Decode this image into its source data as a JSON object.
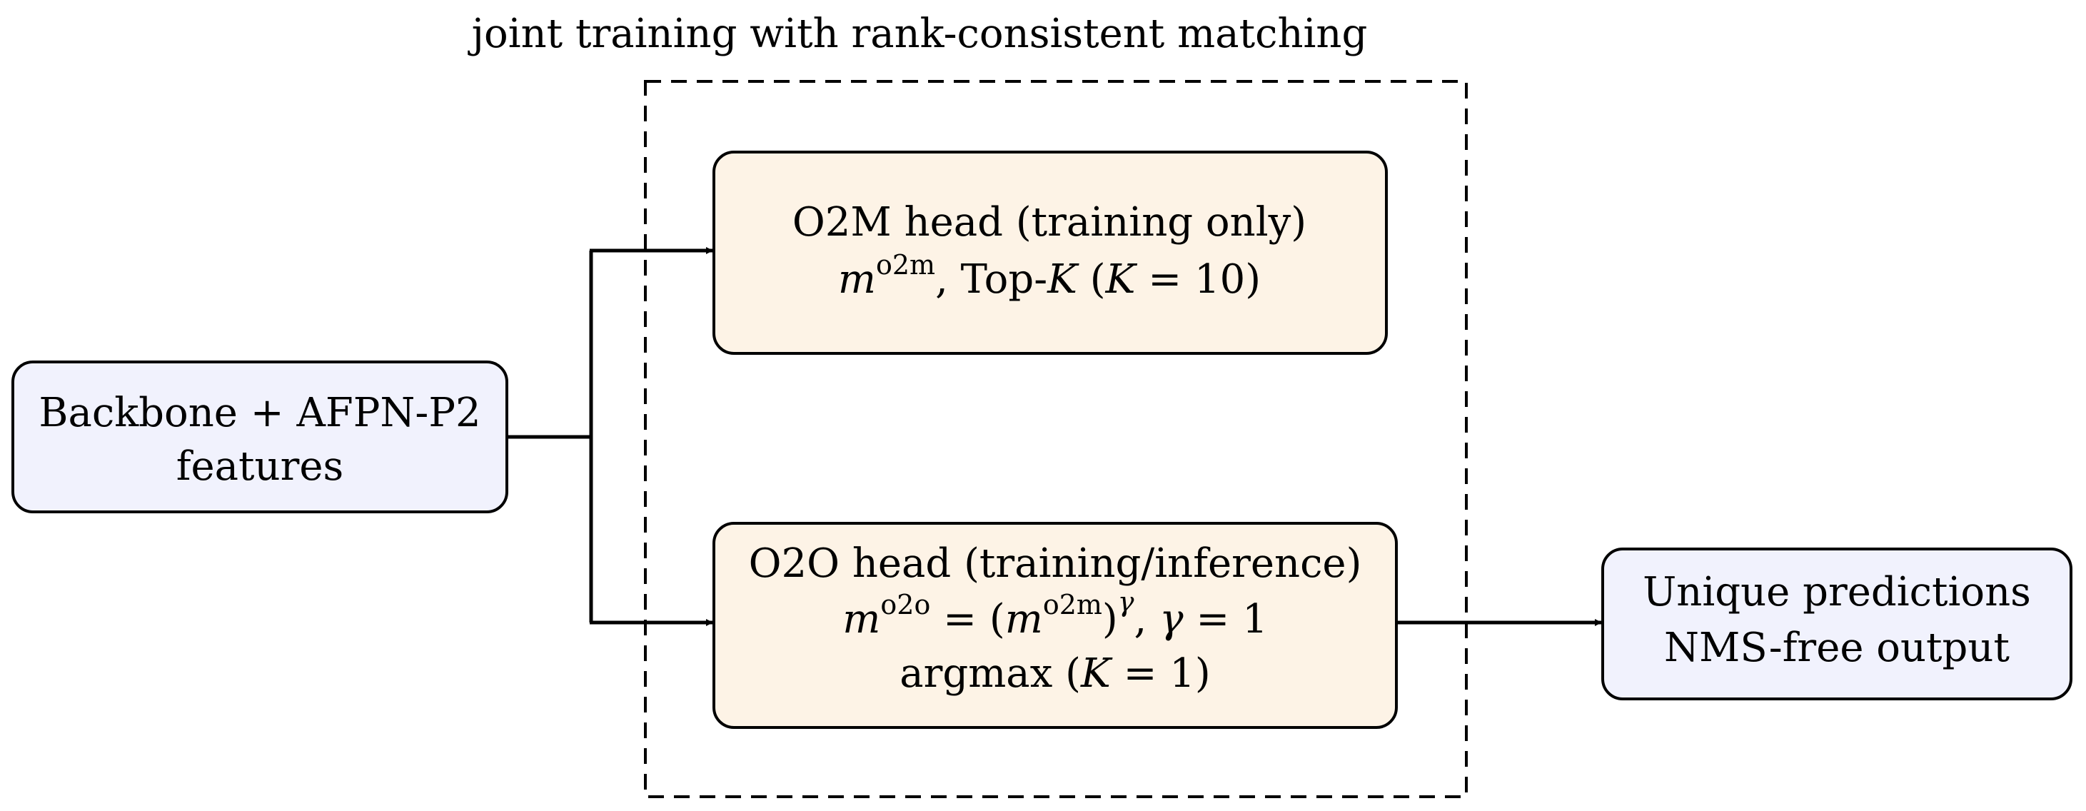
{
  "region": {
    "title": "joint training with rank-consistent matching"
  },
  "backbone": {
    "line1": "Backbone + AFPN-P2",
    "line2": "features"
  },
  "o2m_head": {
    "line1": "O2M head (training only)",
    "line2": {
      "m": "m",
      "sup": "o2m",
      "text_a": ", Top-",
      "k1": "K",
      "text_b": " (",
      "k2": "K",
      "text_c": " = 10)"
    }
  },
  "o2o_head": {
    "line1": "O2O head (training/inference)",
    "line2": {
      "m1": "m",
      "sup1": "o2o",
      "eq": " = (",
      "m2": "m",
      "sup2": "o2m",
      "close": ")",
      "gamma_sup": "γ",
      "comma": ", ",
      "gamma": "γ",
      "gamma_eq": " = 1"
    },
    "line3": {
      "text_a": "argmax (",
      "k": "K",
      "text_b": " = 1)"
    }
  },
  "output": {
    "line1": "Unique predictions",
    "line2": "NMS-free output"
  },
  "colors": {
    "backbone_fill": "#f1f2fd",
    "head_fill": "#fdf3e6",
    "output_fill": "#f1f2fd",
    "stroke": "#000000"
  }
}
